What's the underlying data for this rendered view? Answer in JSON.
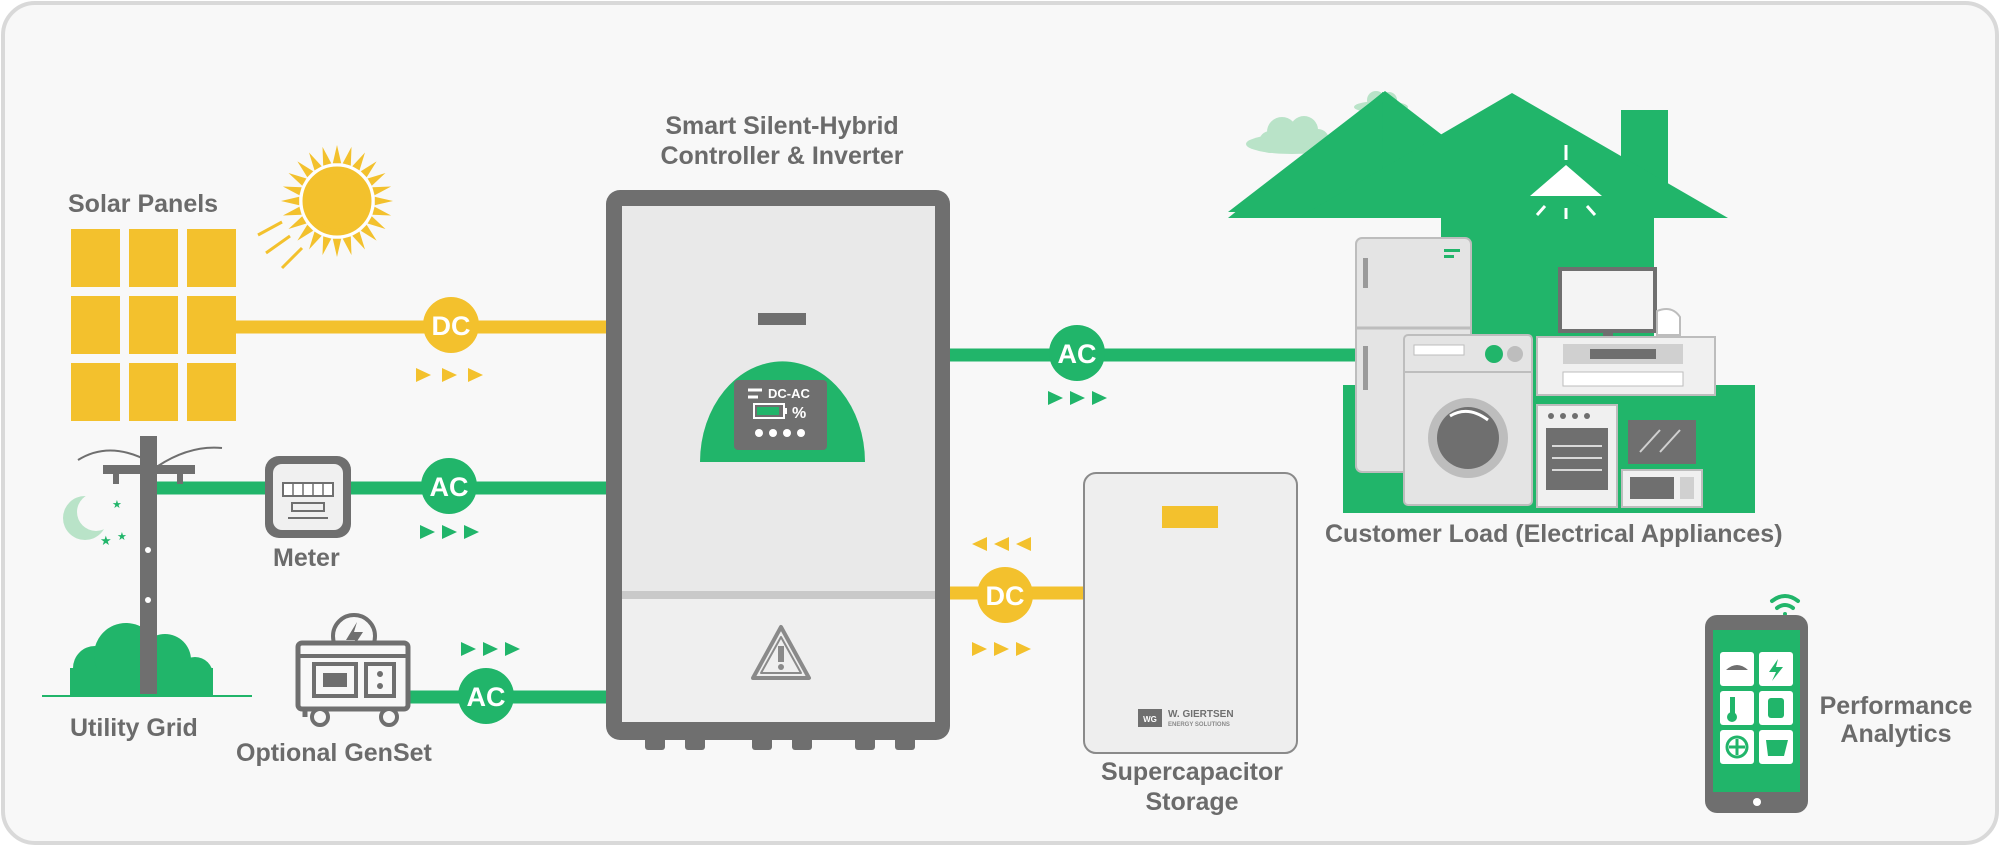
{
  "labels": {
    "solar_panels": "Solar Panels",
    "controller_line1": "Smart Silent-Hybrid",
    "controller_line2": "Controller & Inverter",
    "meter": "Meter",
    "utility_grid": "Utility Grid",
    "optional_genset": "Optional GenSet",
    "customer_load": "Customer Load (Electrical Appliances)",
    "storage_line1": "Supercapacitor",
    "storage_line2": "Storage",
    "analytics_line1": "Performance",
    "analytics_line2": "Analytics"
  },
  "badges": {
    "solar": "DC",
    "grid": "AC",
    "genset": "AC",
    "load": "AC",
    "storage": "DC"
  },
  "controller_display": {
    "mode": "DC-AC",
    "unit": "%"
  },
  "storage_brand": {
    "logo": "WG",
    "name": "W. GIERTSEN",
    "tagline": "ENERGY SOLUTIONS"
  },
  "colors": {
    "green": "#21b56a",
    "yellow": "#f3c12d",
    "gray": "#6f6f6f",
    "light_green": "#b9e3c8"
  },
  "icons": [
    "sun-icon",
    "moon-icon",
    "warning-icon",
    "lightning-icon",
    "wifi-icon",
    "lamp-icon"
  ]
}
